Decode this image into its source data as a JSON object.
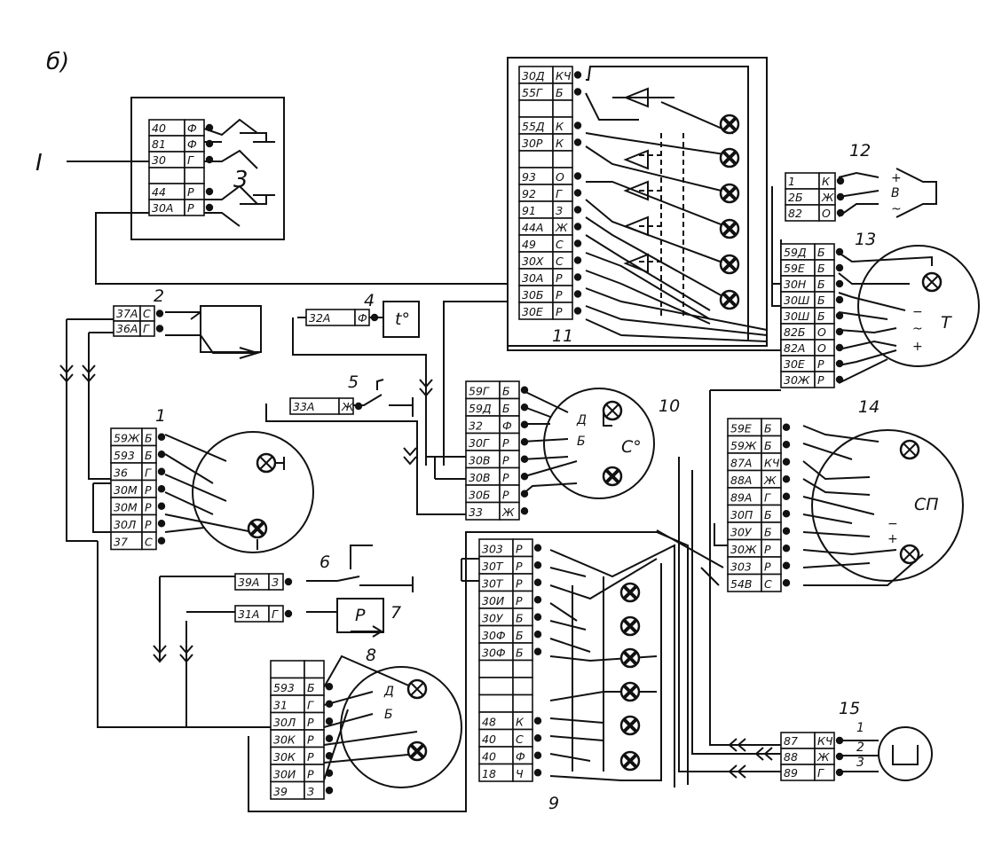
{
  "figure_label": "б)",
  "input_label": "I",
  "blocks": [
    {
      "id": "b-top",
      "rows": [
        [
          "40",
          "Ф"
        ],
        [
          "81",
          "Ф"
        ],
        [
          "30",
          "Г"
        ],
        [
          "",
          ""
        ],
        [
          "44",
          "Р"
        ],
        [
          "30А",
          "Р"
        ]
      ]
    },
    {
      "id": "b2",
      "rows": [
        [
          "37А",
          "С"
        ],
        [
          "36А",
          "Г"
        ]
      ]
    },
    {
      "id": "b4",
      "rows": [
        [
          "32А",
          "Ф"
        ]
      ]
    },
    {
      "id": "b5",
      "rows": [
        [
          "33А",
          "Ж"
        ]
      ]
    },
    {
      "id": "b1",
      "rows": [
        [
          "59Ж",
          "Б"
        ],
        [
          "593",
          "Б"
        ],
        [
          "36",
          "Г"
        ],
        [
          "30М",
          "Р"
        ],
        [
          "30М",
          "Р"
        ],
        [
          "30Л",
          "Р"
        ],
        [
          "37",
          "С"
        ]
      ]
    },
    {
      "id": "b6",
      "rows": [
        [
          "39А",
          "З"
        ]
      ]
    },
    {
      "id": "b7",
      "rows": [
        [
          "31А",
          "Г"
        ]
      ]
    },
    {
      "id": "b8",
      "rows": [
        [
          "",
          ""
        ],
        [
          "593",
          "Б"
        ],
        [
          "31",
          "Г"
        ],
        [
          "30Л",
          "Р"
        ],
        [
          "30К",
          "Р"
        ],
        [
          "30К",
          "Р"
        ],
        [
          "30И",
          "Р"
        ],
        [
          "39",
          "З"
        ]
      ]
    },
    {
      "id": "b11",
      "rows": [
        [
          "30Д",
          "КЧ"
        ],
        [
          "55Г",
          "Б"
        ],
        [
          "",
          ""
        ],
        [
          "55Д",
          "К"
        ],
        [
          "30Р",
          "К"
        ],
        [
          "",
          ""
        ],
        [
          "93",
          "О"
        ],
        [
          "92",
          "Г"
        ],
        [
          "91",
          "З"
        ],
        [
          "44А",
          "Ж"
        ],
        [
          "49",
          "С"
        ],
        [
          "30Х",
          "С"
        ],
        [
          "30А",
          "Р"
        ],
        [
          "30Б",
          "Р"
        ],
        [
          "30Е",
          "Р"
        ]
      ]
    },
    {
      "id": "b10",
      "rows": [
        [
          "59Г",
          "Б"
        ],
        [
          "59Д",
          "Б"
        ],
        [
          "32",
          "Ф"
        ],
        [
          "30Г",
          "Р"
        ],
        [
          "30В",
          "Р"
        ],
        [
          "30В",
          "Р"
        ],
        [
          "30Б",
          "Р"
        ],
        [
          "33",
          "Ж"
        ]
      ]
    },
    {
      "id": "b9",
      "rows": [
        [
          "303",
          "Р"
        ],
        [
          "30Т",
          "Р"
        ],
        [
          "30Т",
          "Р"
        ],
        [
          "30И",
          "Р"
        ],
        [
          "30У",
          "Б"
        ],
        [
          "30Ф",
          "Б"
        ],
        [
          "30Ф",
          "Б"
        ],
        [
          "",
          ""
        ],
        [
          "",
          ""
        ],
        [
          "",
          ""
        ],
        [
          "48",
          "К"
        ],
        [
          "40",
          "С"
        ],
        [
          "40",
          "Ф"
        ],
        [
          "18",
          "Ч"
        ]
      ]
    },
    {
      "id": "b12",
      "rows": [
        [
          "1",
          "К"
        ],
        [
          "2Б",
          "Ж"
        ],
        [
          "82",
          "О"
        ]
      ]
    },
    {
      "id": "b13",
      "rows": [
        [
          "59Д",
          "Б"
        ],
        [
          "59Е",
          "Б"
        ],
        [
          "30Н",
          "Б"
        ],
        [
          "30Ш",
          "Б"
        ],
        [
          "30Ш",
          "Б"
        ],
        [
          "82Б",
          "О"
        ],
        [
          "82А",
          "О"
        ],
        [
          "30Е",
          "Р"
        ],
        [
          "30Ж",
          "Р"
        ]
      ]
    },
    {
      "id": "b14",
      "rows": [
        [
          "59Е",
          "Б"
        ],
        [
          "59Ж",
          "Б"
        ],
        [
          "87А",
          "КЧ"
        ],
        [
          "88А",
          "Ж"
        ],
        [
          "89А",
          "Г"
        ],
        [
          "30П",
          "Б"
        ],
        [
          "30У",
          "Б"
        ],
        [
          "30Ж",
          "Р"
        ],
        [
          "303",
          "Р"
        ],
        [
          "54В",
          "С"
        ]
      ]
    },
    {
      "id": "b15",
      "rows": [
        [
          "87",
          "КЧ"
        ],
        [
          "88",
          "Ж"
        ],
        [
          "89",
          "Г"
        ]
      ]
    }
  ],
  "component_numbers": [
    "1",
    "2",
    "3",
    "4",
    "5",
    "6",
    "7",
    "8",
    "9",
    "10",
    "11",
    "12",
    "13",
    "14",
    "15"
  ],
  "device_labels": {
    "thermo": "t°",
    "oil": "Р",
    "coolant": "С°",
    "tacho": "Т",
    "speedo": "СП",
    "sensor_D": "Д",
    "sensor_B": "Б",
    "buzzer_B": "В",
    "plus": "+",
    "minus": "−",
    "ac": "~",
    "wire_1": "1",
    "wire_2": "2",
    "wire_3": "3"
  }
}
